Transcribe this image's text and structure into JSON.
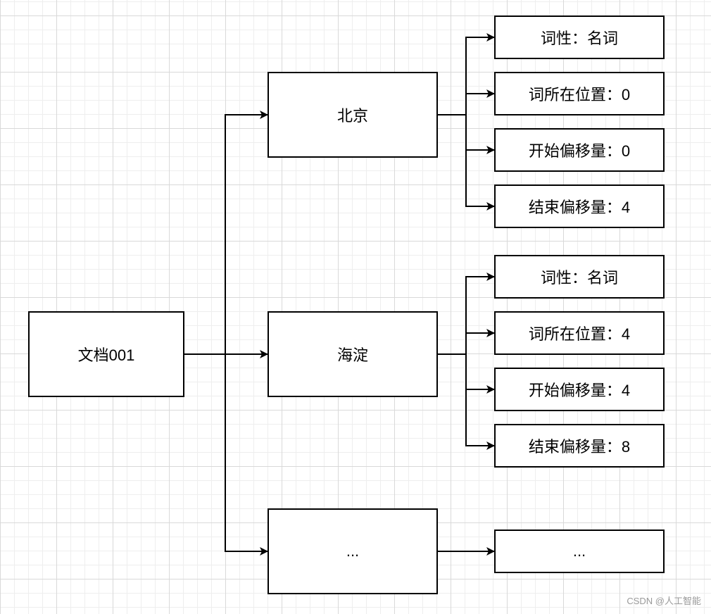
{
  "root": {
    "label": "文档001"
  },
  "terms": [
    {
      "label": "北京",
      "attributes": [
        "词性：名词",
        "词所在位置：0",
        "开始偏移量：0",
        "结束偏移量：4"
      ]
    },
    {
      "label": "海淀",
      "attributes": [
        "词性：名词",
        "词所在位置：4",
        "开始偏移量：4",
        "结束偏移量：8"
      ]
    },
    {
      "label": "...",
      "attributes": [
        "..."
      ]
    }
  ],
  "watermark": "CSDN @人工智能"
}
